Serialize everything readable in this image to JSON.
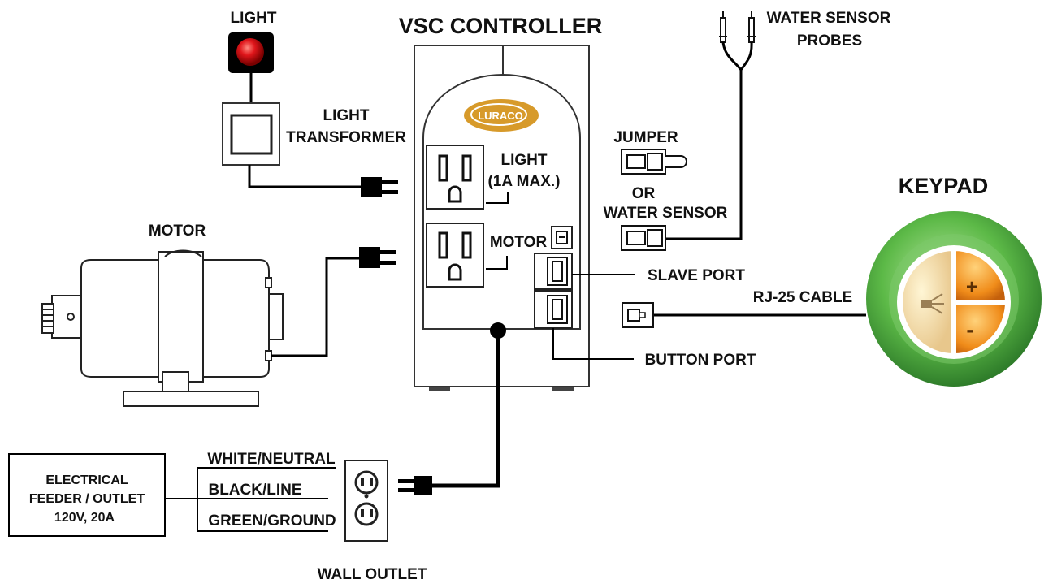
{
  "labels": {
    "light": "LIGHT",
    "vsc_controller": "VSC CONTROLLER",
    "water_sensor_probes_1": "WATER SENSOR",
    "water_sensor_probes_2": "PROBES",
    "light_transformer_1": "LIGHT",
    "light_transformer_2": "TRANSFORMER",
    "jumper": "JUMPER",
    "or": "OR",
    "water_sensor": "WATER SENSOR",
    "keypad": "KEYPAD",
    "motor": "MOTOR",
    "light_outlet_1": "LIGHT",
    "light_outlet_2": "(1A MAX.)",
    "motor_outlet": "MOTOR",
    "slave_port": "SLAVE PORT",
    "rj25_cable": "RJ-25 CABLE",
    "button_port": "BUTTON PORT",
    "feeder_1": "ELECTRICAL",
    "feeder_2": "FEEDER / OUTLET",
    "feeder_3": "120V, 20A",
    "white_neutral": "WHITE/NEUTRAL",
    "black_line": "BLACK/LINE",
    "green_ground": "GREEN/GROUND",
    "wall_outlet": "WALL OUTLET",
    "luraco_logo": "LURACO",
    "keypad_plus": "+",
    "keypad_minus": "-"
  },
  "colors": {
    "light_red": "#e0161b",
    "keypad_green": "#5cb947",
    "keypad_orange": "#f08c1a",
    "logo_gold": "#d79a2a"
  }
}
